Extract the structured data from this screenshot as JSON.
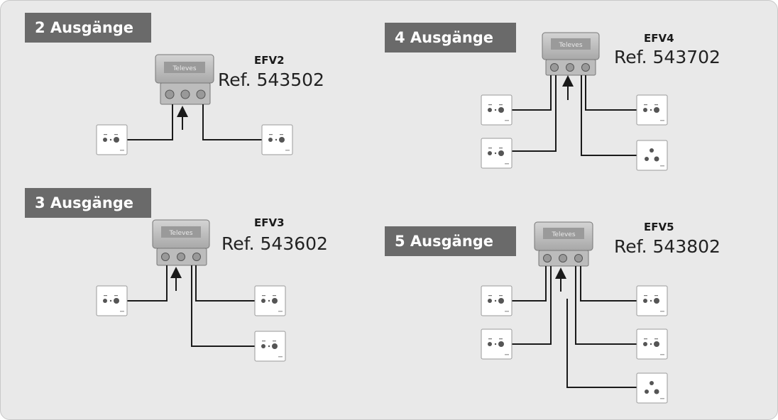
{
  "diagrams": [
    {
      "id": "efv2",
      "badge": "2 Ausgänge",
      "model": "EFV2",
      "ref": "Ref. 543502",
      "brand": "Televes",
      "outlets": 2
    },
    {
      "id": "efv4",
      "badge": "4 Ausgänge",
      "model": "EFV4",
      "ref": "Ref. 543702",
      "brand": "Televes",
      "outlets": 4
    },
    {
      "id": "efv3",
      "badge": "3 Ausgänge",
      "model": "EFV3",
      "ref": "Ref. 543602",
      "brand": "Televes",
      "outlets": 3
    },
    {
      "id": "efv5",
      "badge": "5 Ausgänge",
      "model": "EFV5",
      "ref": "Ref. 543802",
      "brand": "Televes",
      "outlets": 5
    }
  ],
  "colors": {
    "panel": "#e9e9e9",
    "badge": "#6a6a6a",
    "badge_text": "#ffffff",
    "line": "#1a1a1a",
    "device": "#b8b8b8"
  }
}
